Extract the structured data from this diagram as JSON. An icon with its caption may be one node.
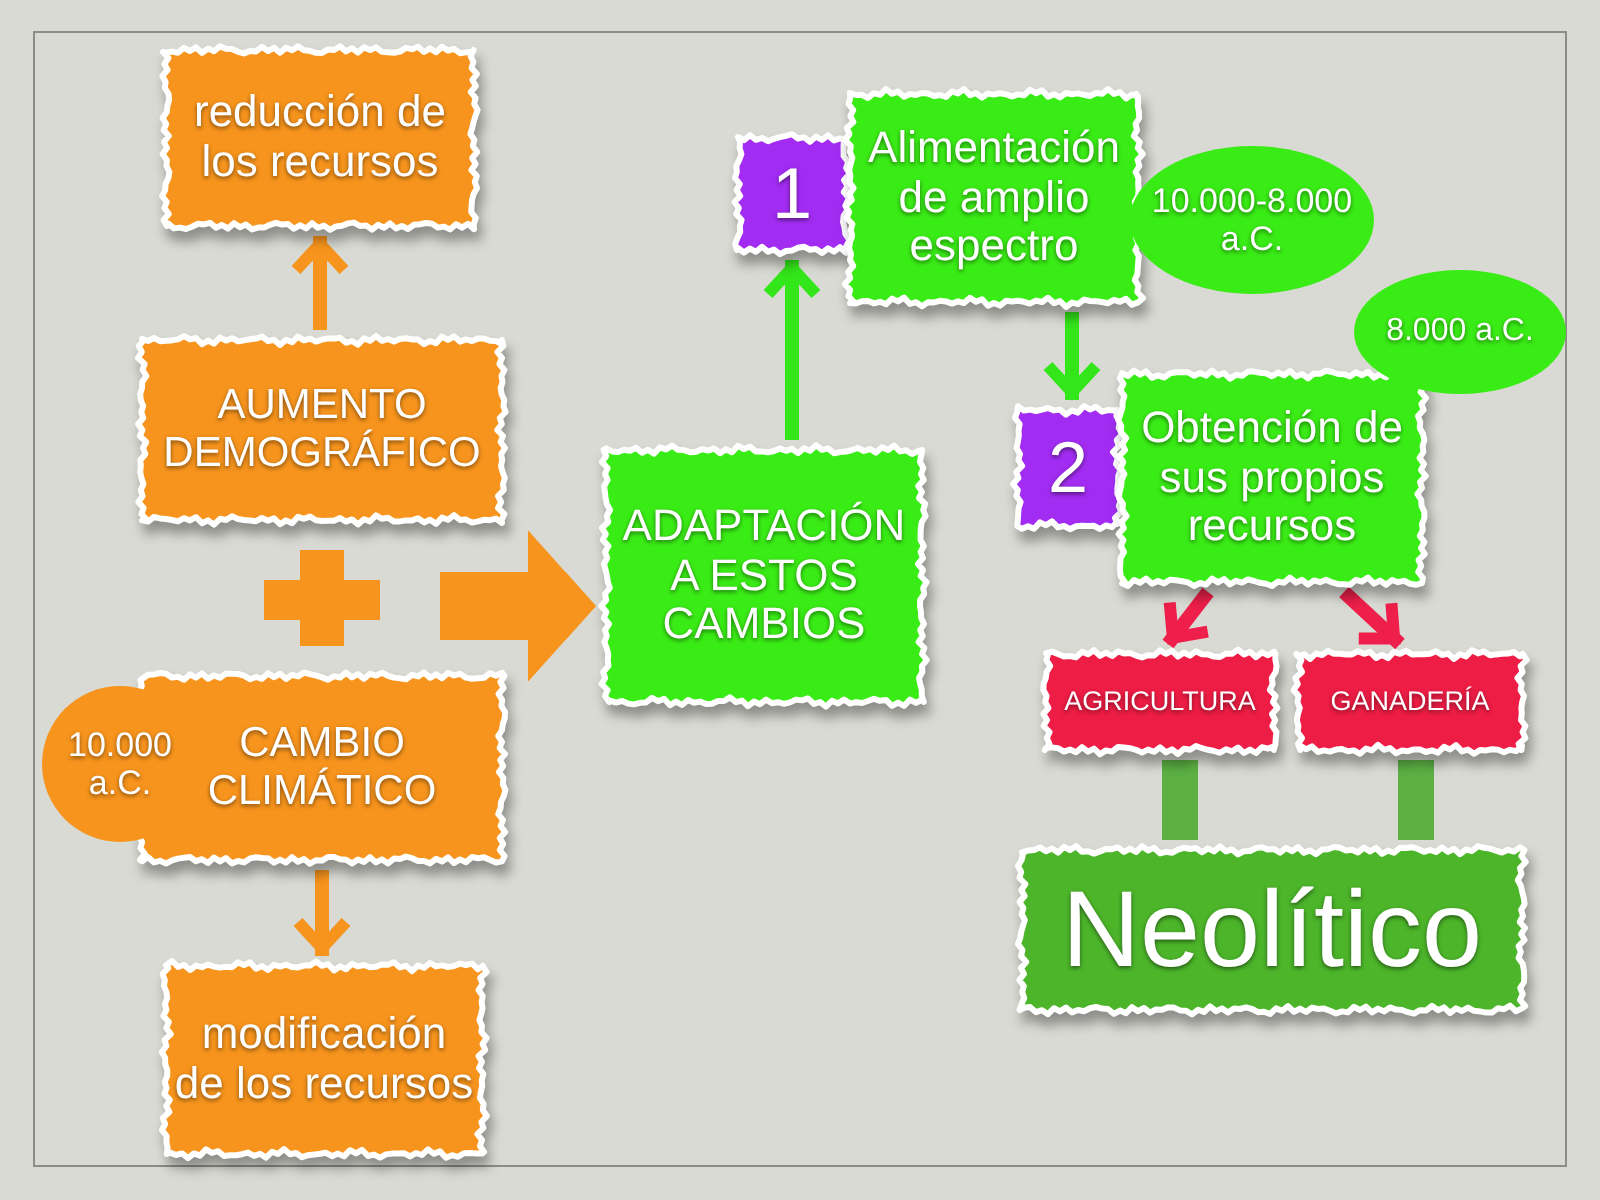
{
  "diagram": {
    "nodes": [
      {
        "text": [
          "reducción de los recursos"
        ]
      },
      {
        "text": [
          "AUMENTO DEMOGRÁFICO"
        ]
      },
      {
        "text": [
          "10.000 a.C."
        ]
      },
      {
        "text": [
          "CAMBIO CLIMÁTICO"
        ]
      },
      {
        "text": [
          "modificación de los recursos"
        ]
      },
      {
        "text": [
          "ADAPTACIÓN A ESTOS CAMBIOS"
        ]
      },
      {
        "text": [
          "1"
        ]
      },
      {
        "text": [
          "Alimentación de amplio espectro"
        ]
      },
      {
        "text": [
          "10.000-8.000 a.C."
        ]
      },
      {
        "text": [
          "8.000 a.C."
        ]
      },
      {
        "text": [
          "2"
        ]
      },
      {
        "text": [
          "Obtención de sus propios recursos"
        ]
      },
      {
        "text": [
          "AGRICULTURA"
        ]
      },
      {
        "text": [
          "GANADERÍA"
        ]
      },
      {
        "text": [
          "Neolítico"
        ]
      }
    ],
    "edges": [
      {
        "from": 1,
        "to": 0,
        "arrow": "to",
        "color": "#f7941d"
      },
      {
        "from": 3,
        "to": 4,
        "arrow": "to",
        "color": "#f7941d"
      },
      {
        "from": null,
        "to": 5,
        "arrow": "to",
        "style": "thick",
        "color": "#f7941d"
      },
      {
        "from": 5,
        "to": 6,
        "arrow": "to",
        "color": "#33e61a"
      },
      {
        "from": 7,
        "to": 10,
        "arrow": "to",
        "color": "#33e61a"
      },
      {
        "from": 11,
        "to": 12,
        "arrow": "to",
        "color": "#ee1f4a"
      },
      {
        "from": 11,
        "to": 13,
        "arrow": "to",
        "color": "#ee1f4a"
      },
      {
        "from": 12,
        "to": 14,
        "arrow": "none",
        "style": "thick",
        "color": "#45a82a"
      },
      {
        "from": 13,
        "to": 14,
        "arrow": "none",
        "style": "thick",
        "color": "#45a82a"
      }
    ]
  }
}
